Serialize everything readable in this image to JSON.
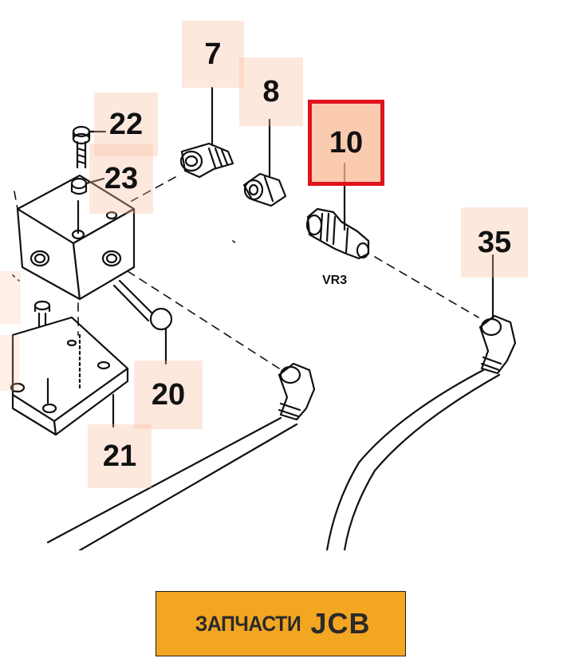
{
  "diagram": {
    "part_labels": [
      {
        "id": "7",
        "text": "7"
      },
      {
        "id": "8",
        "text": "8"
      },
      {
        "id": "10",
        "text": "10",
        "selected": true
      },
      {
        "id": "20",
        "text": "20"
      },
      {
        "id": "21",
        "text": "21"
      },
      {
        "id": "22",
        "text": "22"
      },
      {
        "id": "23",
        "text": "23"
      },
      {
        "id": "35",
        "text": "35"
      }
    ],
    "component_code": "VR3",
    "highlight_color": "#e0141e",
    "callout_color": "#fabea0"
  },
  "banner": {
    "text_ru": "ЗАПЧАСТИ",
    "text_brand": "JCB",
    "background_color": "#f3a622"
  }
}
